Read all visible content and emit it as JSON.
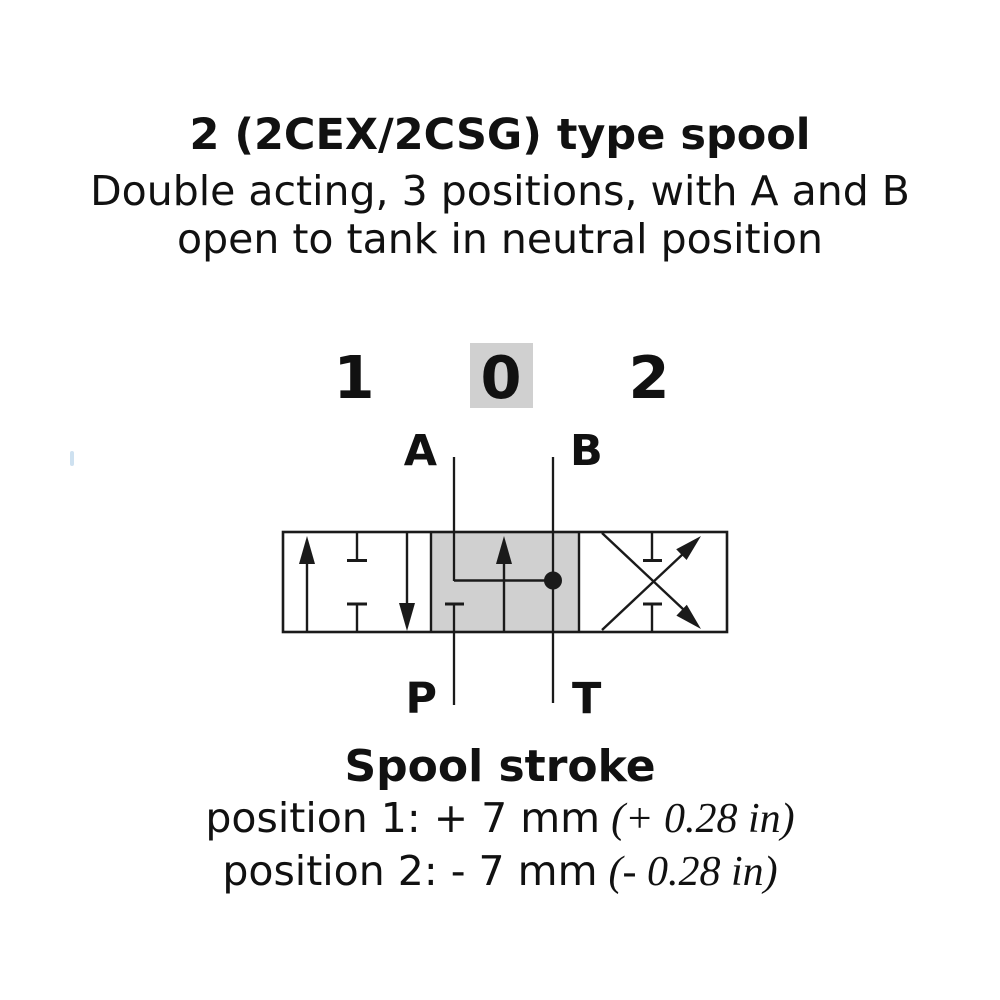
{
  "colors": {
    "background": "#ffffff",
    "text": "#111111",
    "line": "#1a1a1a",
    "highlight_gray": "#d0d0d0"
  },
  "header": {
    "title": "2 (2CEX/2CSG) type spool",
    "subtitle_line1": "Double acting, 3 positions, with A and B",
    "subtitle_line2": "open to tank in neutral position"
  },
  "spool_positions": {
    "position_1_label": "1",
    "position_0_label": "0",
    "position_2_label": "2",
    "highlighted_position": "0"
  },
  "valve_diagram": {
    "port_top_left": "A",
    "port_top_right": "B",
    "port_bottom_left": "P",
    "port_bottom_right": "T",
    "positions_count": 3,
    "neutral_box_filled": true
  },
  "spool_stroke": {
    "heading": "Spool stroke",
    "rows": [
      {
        "metric": "position 1: + 7 mm",
        "imperial": "(+ 0.28 in)"
      },
      {
        "metric": "position 2: - 7 mm",
        "imperial": "(- 0.28 in)"
      }
    ]
  }
}
